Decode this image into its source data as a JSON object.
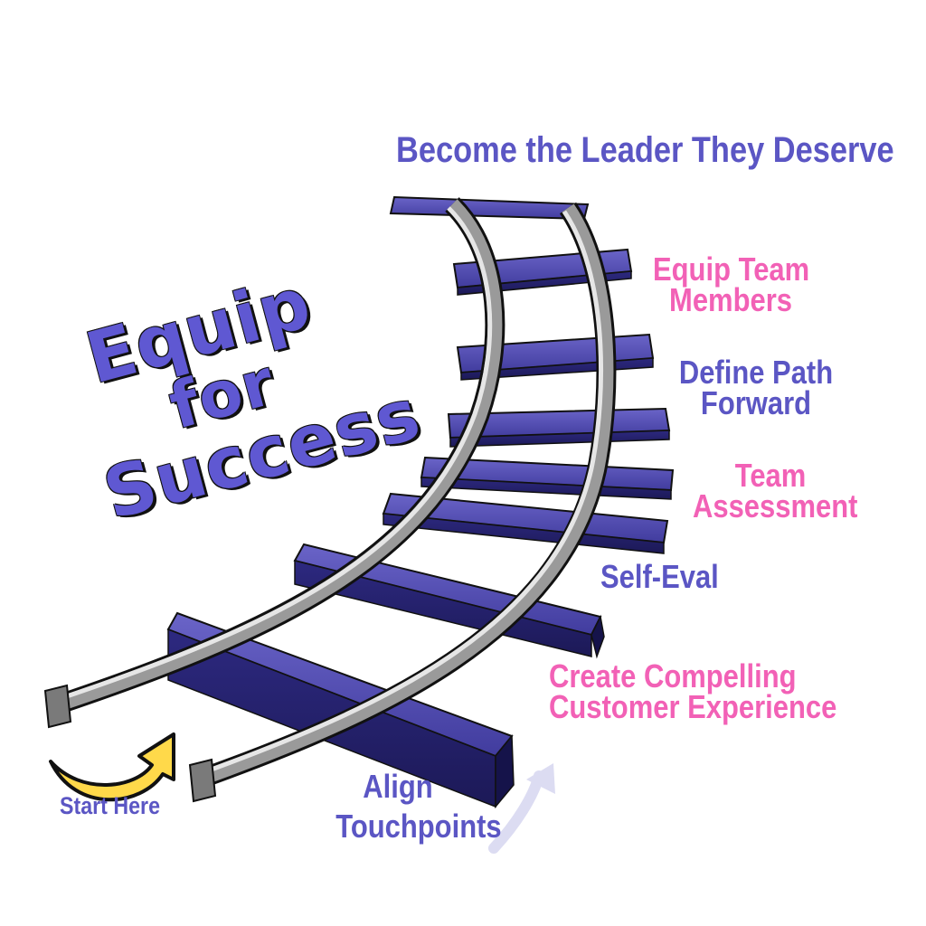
{
  "title": "Become the Leader They Deserve",
  "headline": {
    "line1": "Equip",
    "line2": "for",
    "line3": "Success"
  },
  "steps": [
    {
      "line1": "Equip Team",
      "line2": "Members"
    },
    {
      "line1": "Define Path",
      "line2": "Forward"
    },
    {
      "line1": "Team",
      "line2": "Assessment"
    },
    {
      "line1": "Self-Eval"
    },
    {
      "line1": "Create Compelling",
      "line2": "Customer Experience"
    },
    {
      "line1": "Align",
      "line2": "Touchpoints"
    }
  ],
  "start_label": "Start Here",
  "colors": {
    "purple_text": "#5b56c4",
    "pink_text": "#f261b6",
    "tie": "#3f3aa0",
    "rail": "#b9b9b9",
    "start_arrow": "#ffd94a"
  },
  "icons": {
    "start_arrow": "curved-arrow-icon",
    "up_arrow": "curved-up-arrow-icon"
  }
}
